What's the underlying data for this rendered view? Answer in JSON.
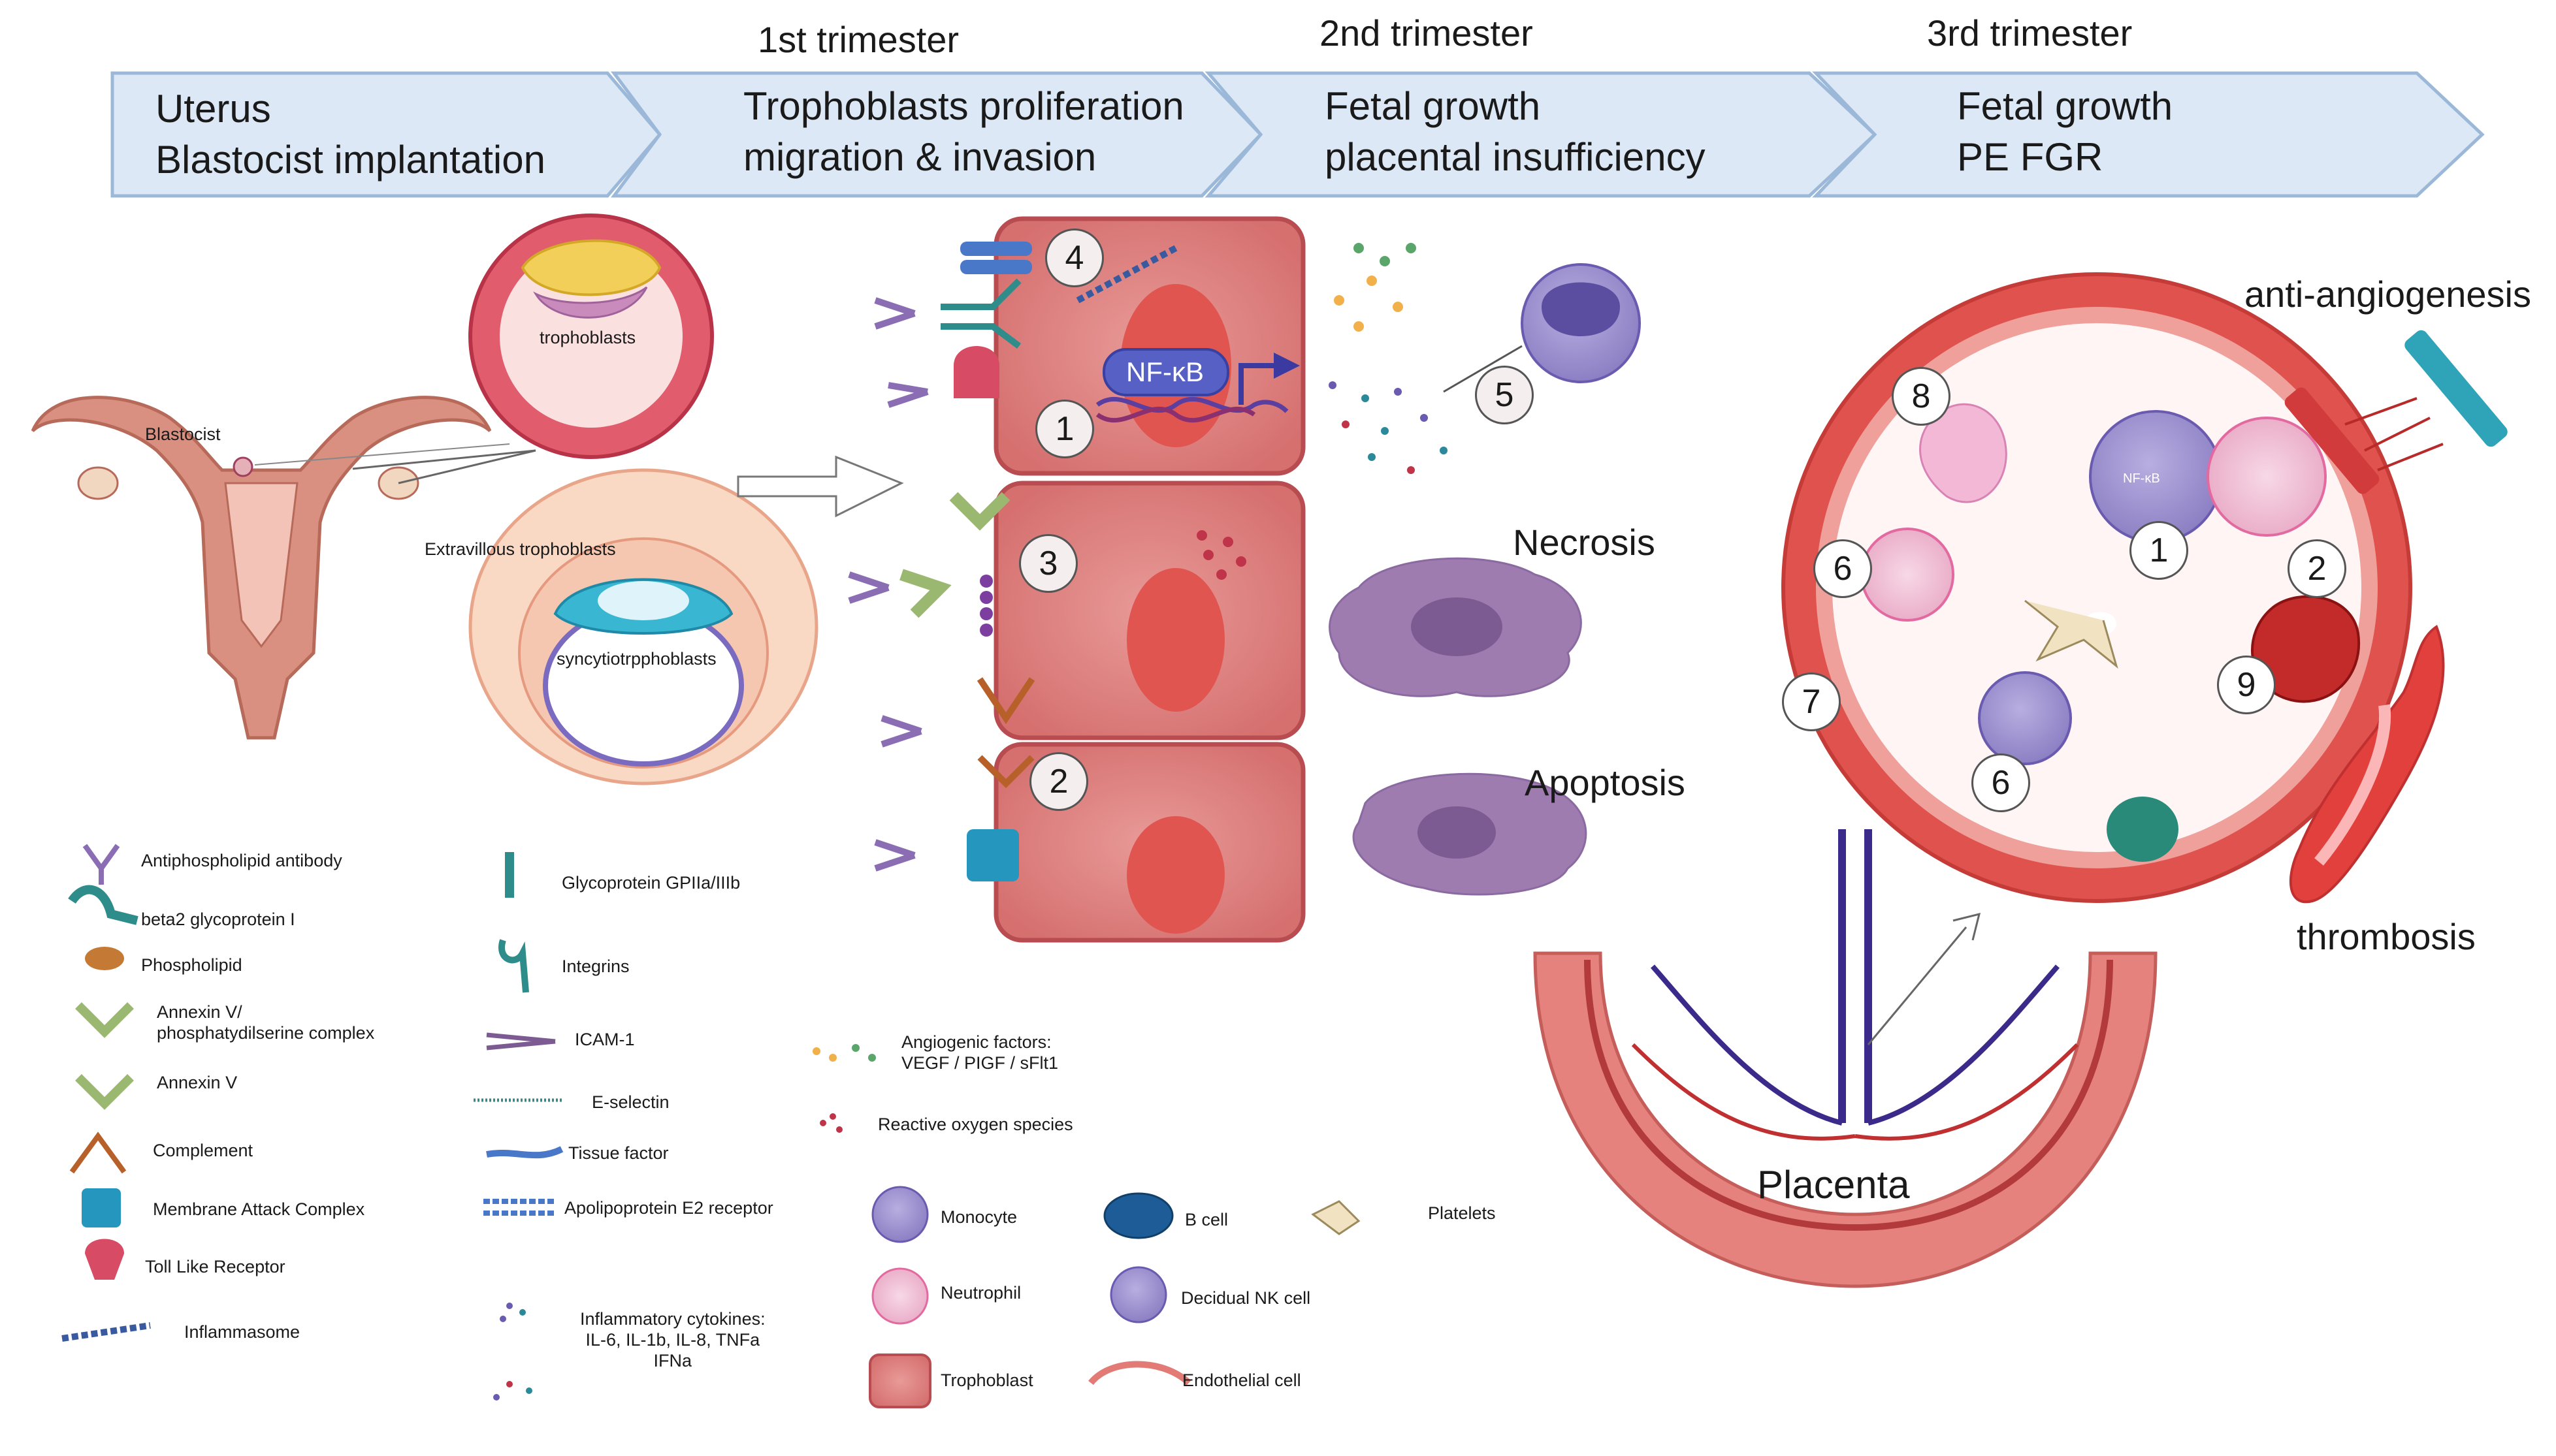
{
  "stages": [
    {
      "header": "",
      "line1": "Uterus",
      "line2": "Blastocist implantation"
    },
    {
      "header": "1st trimester",
      "line1": "Trophoblasts proliferation",
      "line2": "migration & invasion"
    },
    {
      "header": "2nd trimester",
      "line1": "Fetal growth",
      "line2": "placental insufficiency"
    },
    {
      "header": "3rd trimester",
      "line1": "Fetal growth",
      "line2": "PE FGR"
    }
  ],
  "labels": {
    "blastocist": "Blastocist",
    "trophoblasts": "trophoblasts",
    "extravillous": "Extravillous trophoblasts",
    "syncytio": "syncytiotrpphoblasts",
    "nfkb": "NF-κB",
    "nfkb_small": "NF-κB",
    "necrosis": "Necrosis",
    "apoptosis": "Apoptosis",
    "anti_angiogenesis": "anti-angiogenesis",
    "thrombosis": "thrombosis",
    "placenta": "Placenta"
  },
  "numbers": {
    "n4": "4",
    "n1": "1",
    "n5": "5",
    "n3": "3",
    "n2": "2",
    "v8": "8",
    "v6a": "6",
    "v1": "1",
    "v2": "2",
    "v7": "7",
    "v9": "9",
    "v6b": "6"
  },
  "legend": {
    "col1": [
      "Antiphospholipid antibody",
      "beta2 glycoprotein I",
      "Phospholipid",
      "Annexin V/\nphosphatydilserine complex",
      "Annexin V",
      "Complement",
      "Membrane Attack Complex",
      "Toll Like Receptor",
      "Inflammasome"
    ],
    "col2": [
      "Glycoprotein GPIIa/IIIb",
      "Integrins",
      "ICAM-1",
      "E-selectin",
      "Tissue factor",
      "Apolipoprotein E2 receptor",
      "Inflammatory cytokines:\nIL-6, IL-1b, IL-8, TNFa\nIFNa"
    ],
    "col3": [
      "Angiogenic factors:\nVEGF / PIGF / sFlt1",
      "Reactive oxygen species"
    ],
    "cells": [
      "Monocyte",
      "B cell",
      "Platelets",
      "Neutrophil",
      "Decidual NK cell",
      "Trophoblast",
      "Endothelial cell"
    ]
  },
  "colors": {
    "arrow_fill": "#dce8f5",
    "arrow_stroke": "#9bb8d8",
    "trophoblast": "#d9787a",
    "trophoblast_dark": "#b84c50",
    "vessel": "#e0524e",
    "purple": "#8a72b8",
    "antibody": "#8a6db3"
  }
}
